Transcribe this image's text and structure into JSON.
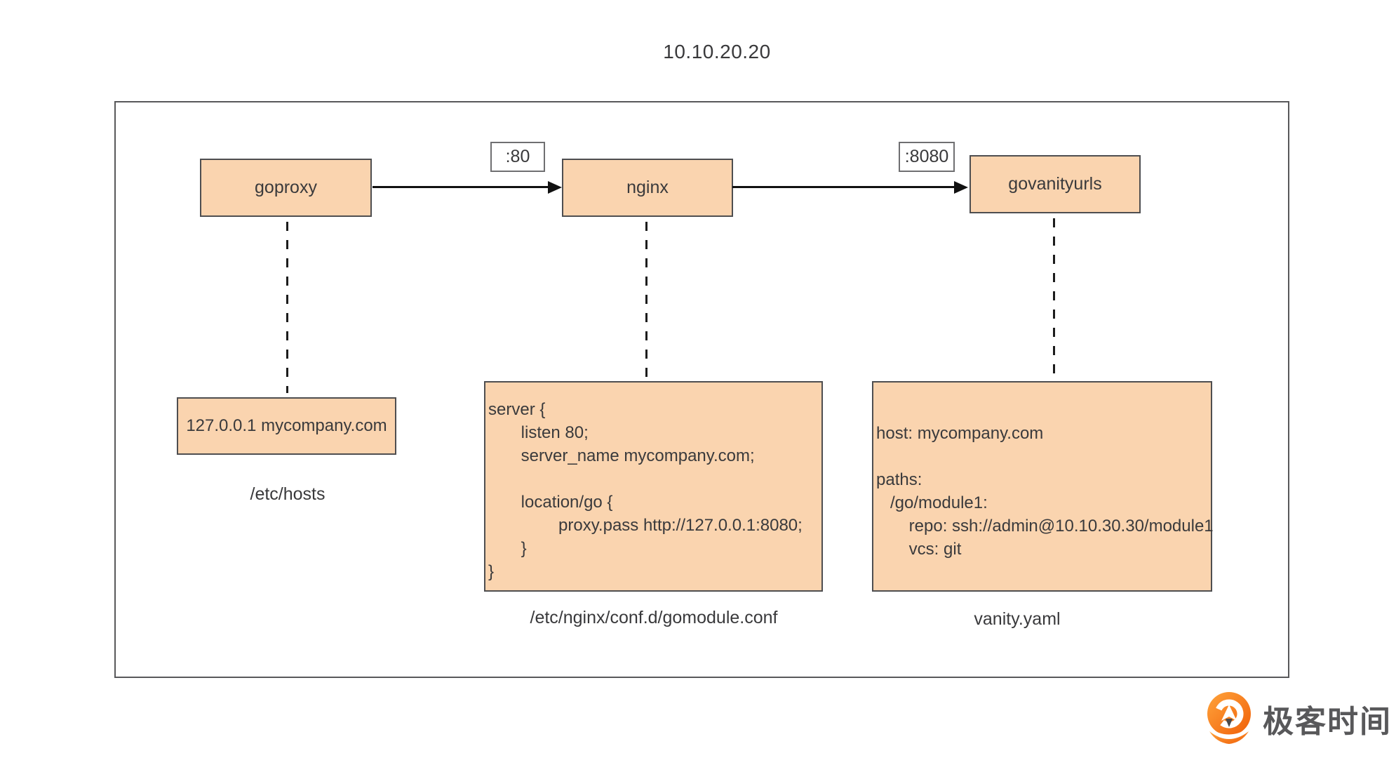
{
  "title": "10.10.20.20",
  "nodes": [
    {
      "id": "goproxy",
      "label": "goproxy"
    },
    {
      "id": "nginx",
      "label": "nginx"
    },
    {
      "id": "govanityurls",
      "label": "govanityurls"
    }
  ],
  "edges": [
    {
      "from": "goproxy",
      "to": "nginx",
      "port_label": ":80"
    },
    {
      "from": "nginx",
      "to": "govanityurls",
      "port_label": ":8080"
    }
  ],
  "hosts": {
    "content": "127.0.0.1 mycompany.com",
    "caption": "/etc/hosts"
  },
  "nginx_conf": {
    "caption": "/etc/nginx/conf.d/gomodule.conf",
    "lines": [
      "server {",
      "       listen 80;",
      "       server_name mycompany.com;",
      "",
      "       location/go {",
      "               proxy.pass http://127.0.0.1:8080;",
      "       }",
      "}"
    ]
  },
  "vanity_yaml": {
    "caption": "vanity.yaml",
    "lines": [
      "host: mycompany.com",
      "",
      "paths:",
      "   /go/module1:",
      "       repo: ssh://admin@10.10.30.30/module1",
      "       vcs: git"
    ]
  },
  "logo": {
    "brand": "极客时间"
  },
  "colors": {
    "box_fill": "#FAD4AF",
    "box_border": "#4e4e50",
    "frame_border": "#58585a",
    "text": "#3a3a3c",
    "line": "#111111",
    "logo_orange_light": "#FFA43C",
    "logo_orange_dark": "#F05F08",
    "logo_text": "#58585a"
  }
}
